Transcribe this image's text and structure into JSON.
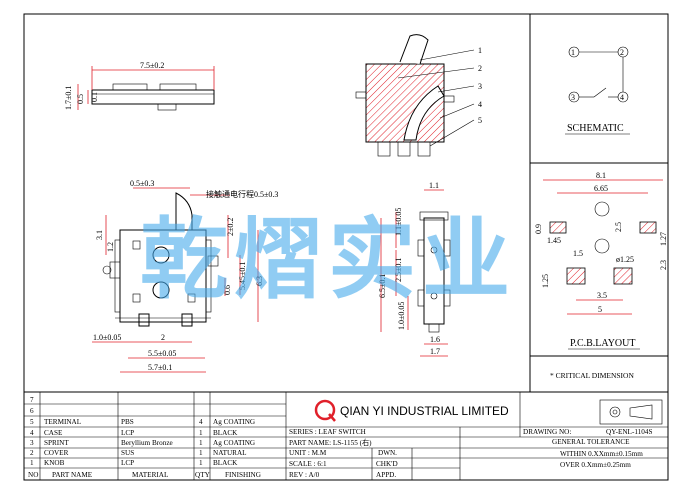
{
  "top_view": {
    "width_dim": "7.5±0.2",
    "dim_1": "1.7±0.1",
    "dim_2": "0.5",
    "dim_3": "0.1"
  },
  "front_view": {
    "d_05": "0.5±0.3",
    "note": "接触通电行程0.5±0.3",
    "d_31": "3.1",
    "d_12": "1.2",
    "d_2": "2±0.2",
    "d_545": "5.45±0.1",
    "d_06": "0.6",
    "d_63": "6.3",
    "d_10": "1.0±0.05",
    "d_2b": "2",
    "d_55": "5.5±0.05",
    "d_57": "5.7±0.1"
  },
  "side_view": {
    "d_11": "1.1",
    "d_11b": "1.1±0.05",
    "d_25": "2.5±0.1",
    "d_65": "6.5±0.1",
    "d_10": "1.0±0.05",
    "d_16": "1.6",
    "d_17": "1.7"
  },
  "callouts": [
    "1",
    "2",
    "3",
    "4",
    "5"
  ],
  "schematic": {
    "title": "SCHEMATIC",
    "pins": [
      "1",
      "2",
      "3",
      "4"
    ]
  },
  "pcb": {
    "title": "P.C.B.LAYOUT",
    "d_81": "8.1",
    "d_665": "6.65",
    "d_25": "2.5",
    "d_09": "0.9",
    "d_145": "1.45",
    "d_127": "1.27",
    "d_15": "1.5",
    "d_23": "2.3",
    "d_125": "ø1.25",
    "d_125b": "1.25",
    "d_35": "3.5",
    "d_5": "5"
  },
  "critical_note": "* CRITICAL  DIMENSION",
  "watermark": "乾熠实业",
  "title_block": {
    "company": "QIAN YI INDUSTRIAL LIMITED",
    "logo_letter": "Q",
    "drawing_no_label": "DRAWING NO:",
    "drawing_no": "QY-ENL-1104S",
    "tolerance_title": "GENERAL TOLERANCE",
    "tol_1": "WITHIN 0.XXmm±0.15mm",
    "tol_2": "OVER   0.Xmm±0.25mm",
    "series": "SERIES : LEAF SWITCH",
    "part_name": "PART NAME: LS-1155 (右)",
    "unit": "UNIT : M.M",
    "scale": "SCALE : 6:1",
    "rev": "REV  : A/0",
    "dwn": "DWN.",
    "chkd": "CHK'D",
    "appd": "APPD.",
    "bom_header": {
      "no": "NO",
      "part": "PART NAME",
      "material": "MATERIAL",
      "qty": "QTY",
      "finishing": "FINISHING"
    },
    "bom": [
      {
        "no": "7",
        "part": "",
        "material": "",
        "qty": "",
        "finishing": ""
      },
      {
        "no": "6",
        "part": "",
        "material": "",
        "qty": "",
        "finishing": ""
      },
      {
        "no": "5",
        "part": "TERMINAL",
        "material": "PBS",
        "qty": "4",
        "finishing": "Ag COATING"
      },
      {
        "no": "4",
        "part": "CASE",
        "material": "LCP",
        "qty": "1",
        "finishing": "BLACK"
      },
      {
        "no": "3",
        "part": "SPRINT",
        "material": "Beryllium Bronze",
        "qty": "1",
        "finishing": "Ag COATING"
      },
      {
        "no": "2",
        "part": "COVER",
        "material": "SUS",
        "qty": "1",
        "finishing": "NATURAL"
      },
      {
        "no": "1",
        "part": "KNOB",
        "material": "LCP",
        "qty": "1",
        "finishing": "BLACK"
      }
    ]
  }
}
